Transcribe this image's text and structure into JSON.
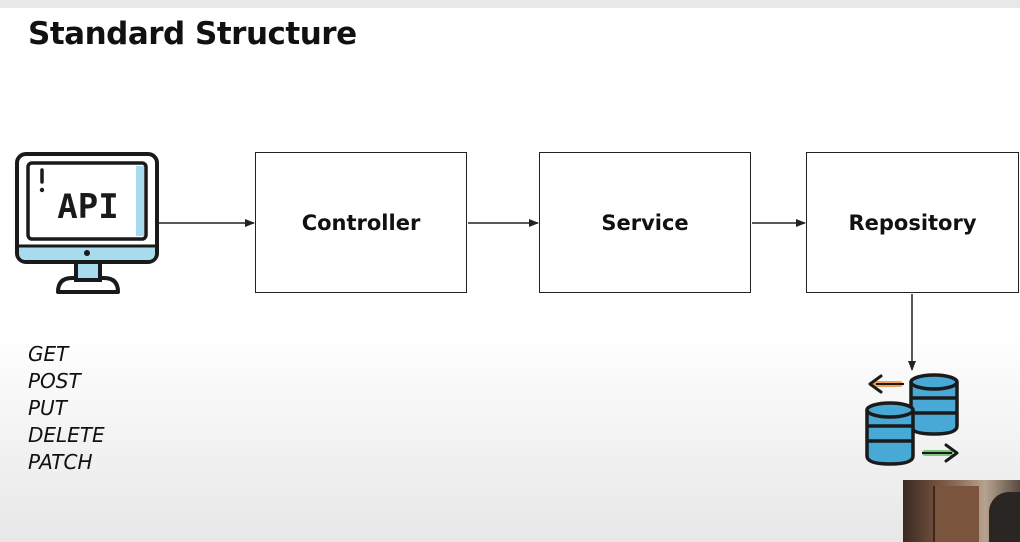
{
  "title": "Standard Structure",
  "api_monitor": {
    "label": "API",
    "icon": "computer-monitor-icon"
  },
  "nodes": [
    {
      "id": "controller",
      "label": "Controller"
    },
    {
      "id": "service",
      "label": "Service"
    },
    {
      "id": "repository",
      "label": "Repository"
    }
  ],
  "http_methods": [
    "GET",
    "POST",
    "PUT",
    "DELETE",
    "PATCH"
  ],
  "database": {
    "icon": "database-sync-icon"
  },
  "colors": {
    "monitor_screen": "#a7dcee",
    "database_blue": "#49a9d6",
    "arrow_orange": "#f0a254",
    "arrow_green": "#7dc67a",
    "outline": "#1a1a1a"
  }
}
